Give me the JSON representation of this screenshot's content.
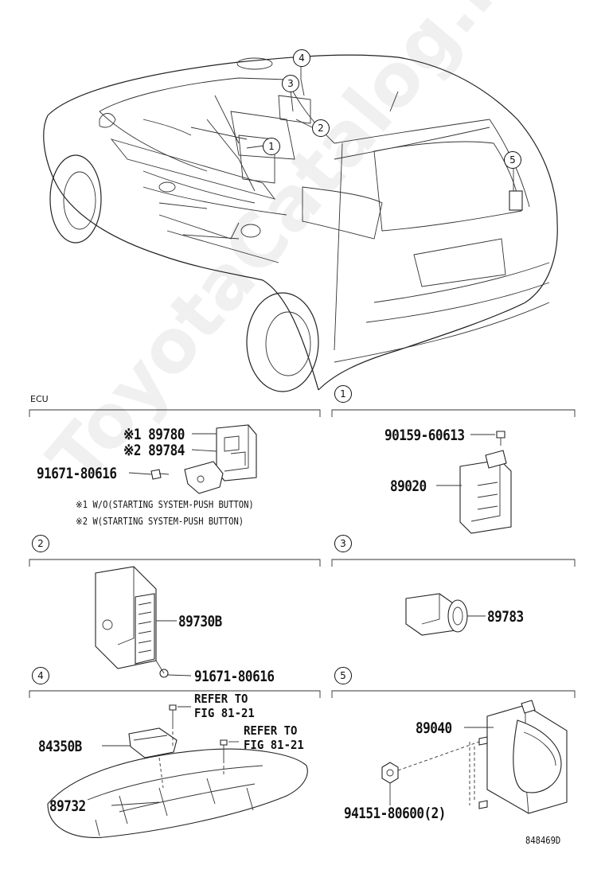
{
  "diagram_id": "848469D",
  "watermark": "ToyotaCatalog.ru",
  "callouts": [
    "1",
    "2",
    "3",
    "4",
    "5"
  ],
  "sections": {
    "ecu": {
      "title": "ECU",
      "parts": {
        "part_a": "※1 89780",
        "part_b": "※2 89784",
        "bolt": "91671-80616"
      },
      "notes": [
        "※1 W/O(STARTING SYSTEM-PUSH BUTTON)",
        "※2 W(STARTING SYSTEM-PUSH BUTTON)"
      ]
    },
    "s1": {
      "number": "1",
      "bolt": "90159-60613",
      "part": "89020"
    },
    "s2": {
      "number": "2",
      "part": "89730B",
      "bolt": "91671-80616"
    },
    "s3": {
      "number": "3",
      "part": "89783"
    },
    "s4": {
      "number": "4",
      "refer1_a": "REFER TO",
      "refer1_b": "FIG 81-21",
      "refer2_a": "REFER TO",
      "refer2_b": "FIG 81-21",
      "part_a": "84350B",
      "part_b": "89732"
    },
    "s5": {
      "number": "5",
      "part": "89040",
      "nut": "94151-80600(2)"
    }
  }
}
